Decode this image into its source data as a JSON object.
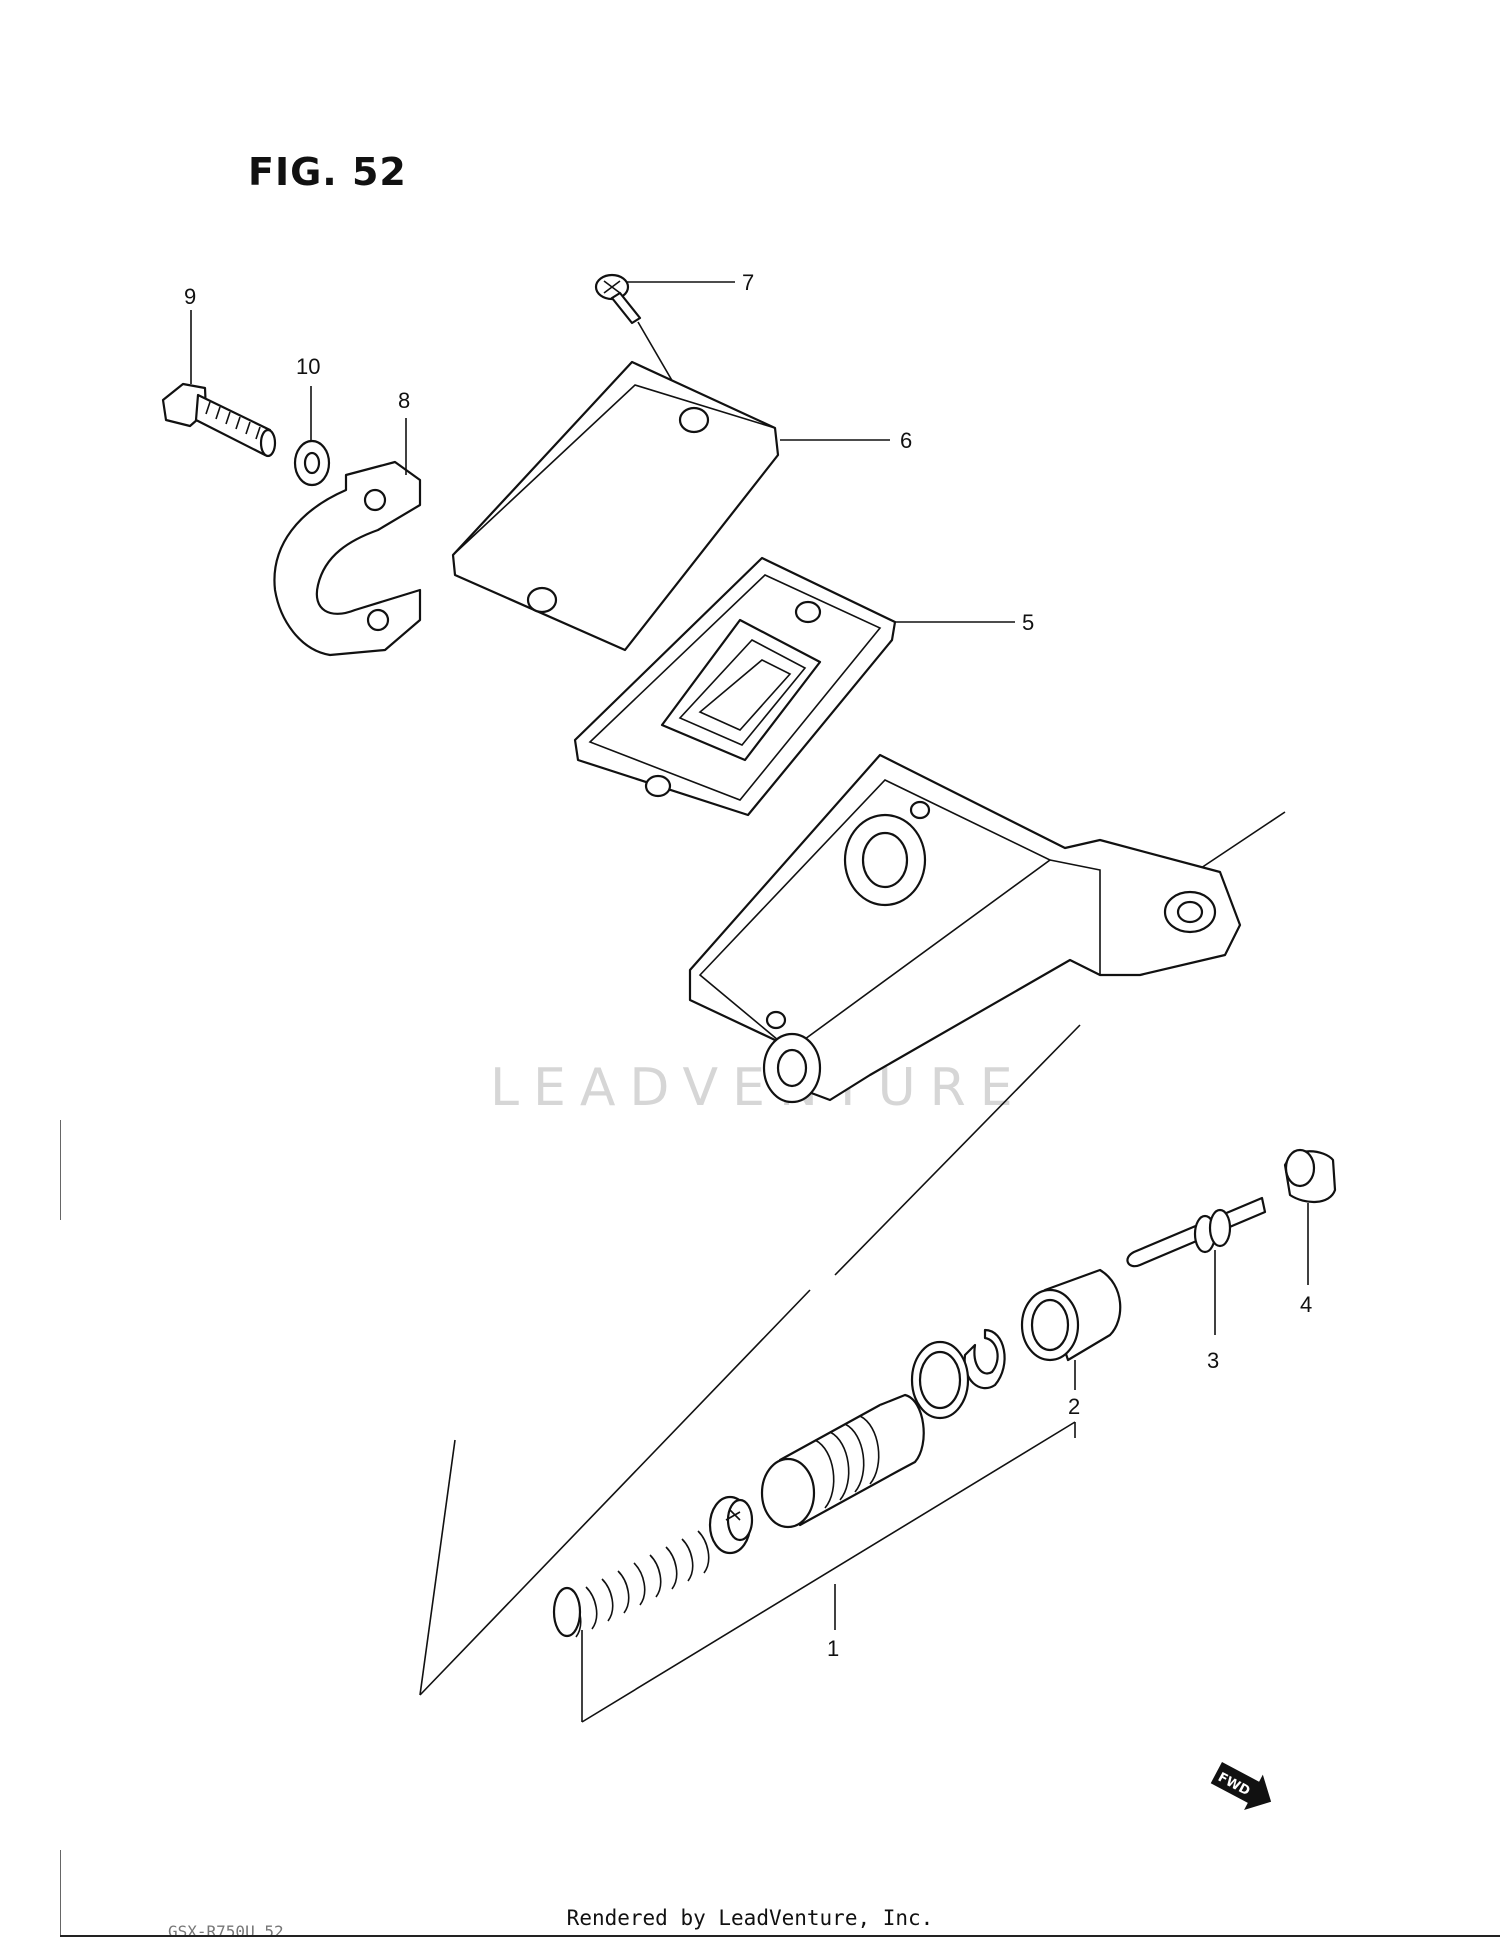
{
  "figure": {
    "title": "FIG. 52"
  },
  "callouts": [
    {
      "id": "1",
      "label": "1"
    },
    {
      "id": "2",
      "label": "2"
    },
    {
      "id": "3",
      "label": "3"
    },
    {
      "id": "4",
      "label": "4"
    },
    {
      "id": "5",
      "label": "5"
    },
    {
      "id": "6",
      "label": "6"
    },
    {
      "id": "7",
      "label": "7"
    },
    {
      "id": "8",
      "label": "8"
    },
    {
      "id": "9",
      "label": "9"
    },
    {
      "id": "10",
      "label": "10"
    }
  ],
  "badge": {
    "label": "FWD"
  },
  "watermark": {
    "text": "LEADVENTURE"
  },
  "footer": {
    "credit": "Rendered by LeadVenture, Inc.",
    "code": "GSX-R750U 52"
  }
}
